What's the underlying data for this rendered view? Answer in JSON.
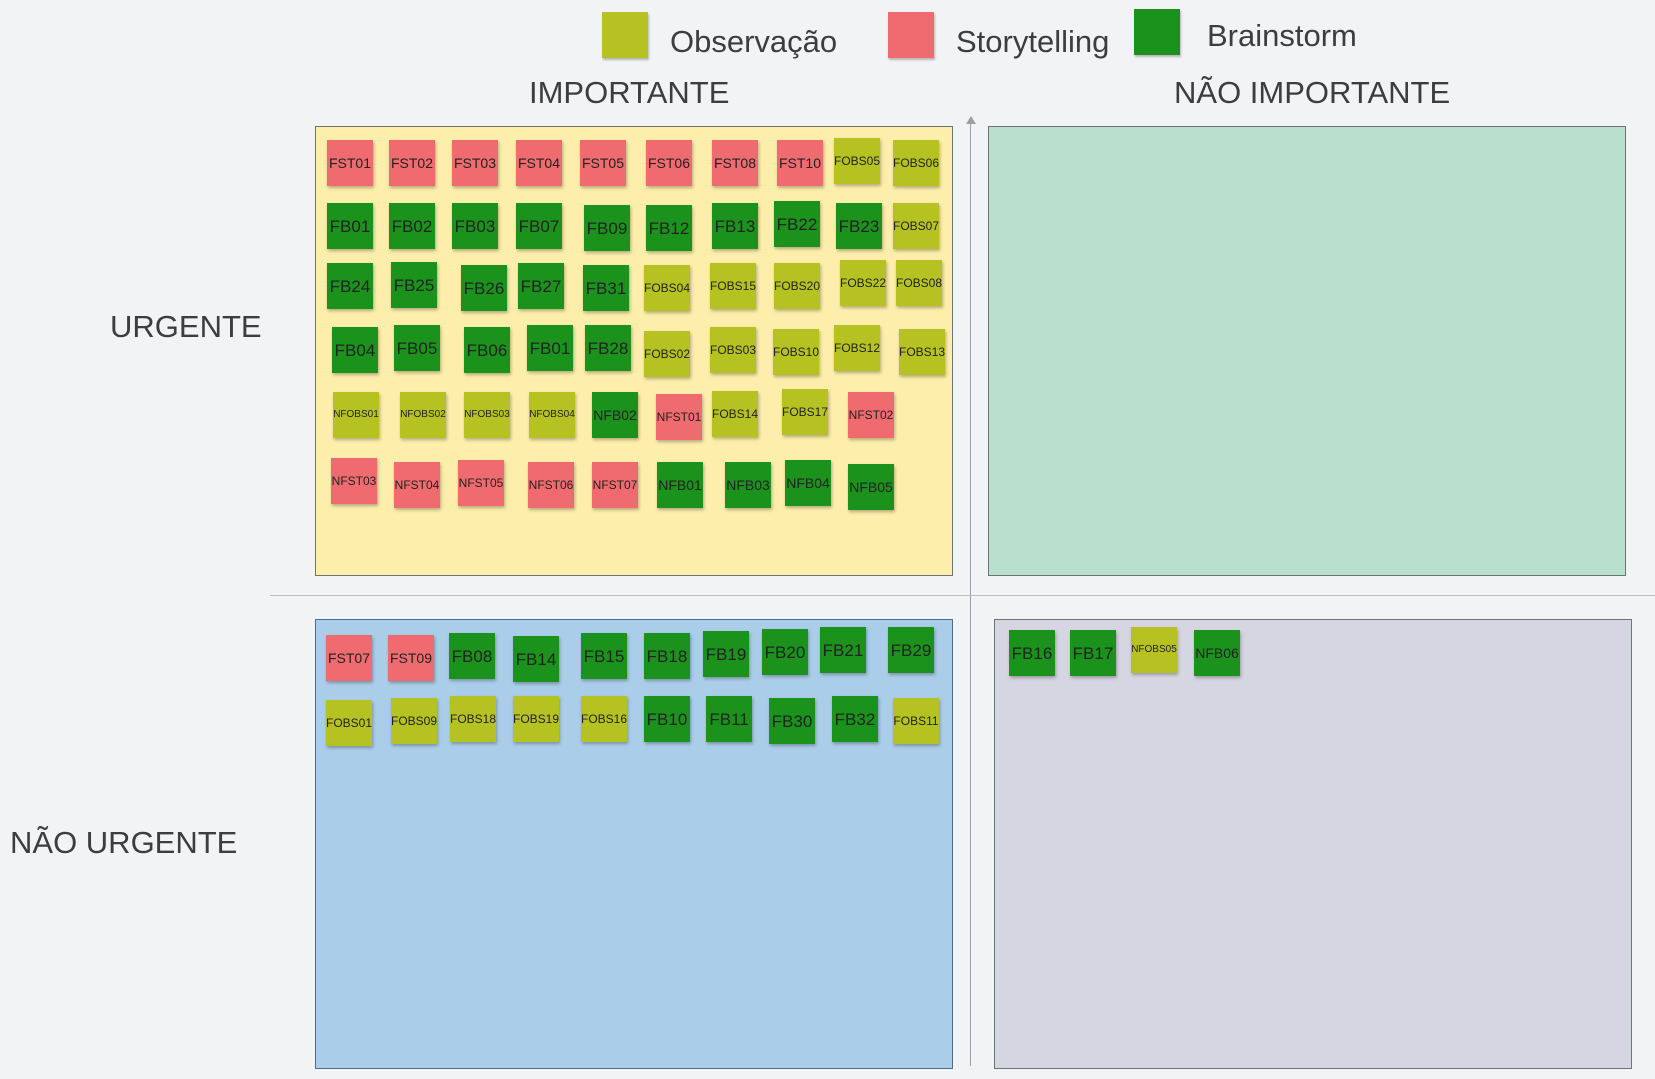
{
  "legend": [
    {
      "label": "Observação",
      "color": "#b6c222"
    },
    {
      "label": "Storytelling",
      "color": "#ef6b6f"
    },
    {
      "label": "Brainstorm",
      "color": "#1b921c"
    }
  ],
  "columns": {
    "important": "IMPORTANTE",
    "not_important": "NÃO IMPORTANTE"
  },
  "rows": {
    "urgent": "URGENTE",
    "not_urgent": "NÃO URGENTE"
  },
  "colors": {
    "urgent_important": "#fdeeab",
    "urgent_not_important": "#b8e0cd",
    "not_urgent_important": "#aacde9",
    "not_urgent_not_important": "#d6d5e2"
  },
  "quadrants": {
    "urgent_important": {
      "notes": [
        {
          "label": "FST01",
          "type": "storytelling"
        },
        {
          "label": "FST02",
          "type": "storytelling"
        },
        {
          "label": "FST03",
          "type": "storytelling"
        },
        {
          "label": "FST04",
          "type": "storytelling"
        },
        {
          "label": "FST05",
          "type": "storytelling"
        },
        {
          "label": "FST06",
          "type": "storytelling"
        },
        {
          "label": "FST08",
          "type": "storytelling"
        },
        {
          "label": "FST10",
          "type": "storytelling"
        },
        {
          "label": "FOBS05",
          "type": "observacao"
        },
        {
          "label": "FOBS06",
          "type": "observacao"
        },
        {
          "label": "FB01",
          "type": "brainstorm"
        },
        {
          "label": "FB02",
          "type": "brainstorm"
        },
        {
          "label": "FB03",
          "type": "brainstorm"
        },
        {
          "label": "FB07",
          "type": "brainstorm"
        },
        {
          "label": "FB09",
          "type": "brainstorm"
        },
        {
          "label": "FB12",
          "type": "brainstorm"
        },
        {
          "label": "FB13",
          "type": "brainstorm"
        },
        {
          "label": "FB22",
          "type": "brainstorm"
        },
        {
          "label": "FB23",
          "type": "brainstorm"
        },
        {
          "label": "FOBS07",
          "type": "observacao"
        },
        {
          "label": "FB24",
          "type": "brainstorm"
        },
        {
          "label": "FB25",
          "type": "brainstorm"
        },
        {
          "label": "FB26",
          "type": "brainstorm"
        },
        {
          "label": "FB27",
          "type": "brainstorm"
        },
        {
          "label": "FB31",
          "type": "brainstorm"
        },
        {
          "label": "FOBS04",
          "type": "observacao"
        },
        {
          "label": "FOBS15",
          "type": "observacao"
        },
        {
          "label": "FOBS20",
          "type": "observacao"
        },
        {
          "label": "FOBS22",
          "type": "observacao"
        },
        {
          "label": "FOBS08",
          "type": "observacao"
        },
        {
          "label": "FB04",
          "type": "brainstorm"
        },
        {
          "label": "FB05",
          "type": "brainstorm"
        },
        {
          "label": "FB06",
          "type": "brainstorm"
        },
        {
          "label": "FB01",
          "type": "brainstorm"
        },
        {
          "label": "FB28",
          "type": "brainstorm"
        },
        {
          "label": "FOBS02",
          "type": "observacao"
        },
        {
          "label": "FOBS03",
          "type": "observacao"
        },
        {
          "label": "FOBS10",
          "type": "observacao"
        },
        {
          "label": "FOBS12",
          "type": "observacao"
        },
        {
          "label": "FOBS13",
          "type": "observacao"
        },
        {
          "label": "NFOBS01",
          "type": "observacao"
        },
        {
          "label": "NFOBS02",
          "type": "observacao"
        },
        {
          "label": "NFOBS03",
          "type": "observacao"
        },
        {
          "label": "NFOBS04",
          "type": "observacao"
        },
        {
          "label": "NFB02",
          "type": "brainstorm"
        },
        {
          "label": "NFST01",
          "type": "storytelling"
        },
        {
          "label": "FOBS14",
          "type": "observacao"
        },
        {
          "label": "FOBS17",
          "type": "observacao"
        },
        {
          "label": "NFST02",
          "type": "storytelling"
        },
        {
          "label": "NFST03",
          "type": "storytelling"
        },
        {
          "label": "NFST04",
          "type": "storytelling"
        },
        {
          "label": "NFST05",
          "type": "storytelling"
        },
        {
          "label": "NFST06",
          "type": "storytelling"
        },
        {
          "label": "NFST07",
          "type": "storytelling"
        },
        {
          "label": "NFB01",
          "type": "brainstorm"
        },
        {
          "label": "NFB03",
          "type": "brainstorm"
        },
        {
          "label": "NFB04",
          "type": "brainstorm"
        },
        {
          "label": "NFB05",
          "type": "brainstorm"
        }
      ]
    },
    "urgent_not_important": {
      "notes": []
    },
    "not_urgent_important": {
      "notes": [
        {
          "label": "FST07",
          "type": "storytelling"
        },
        {
          "label": "FST09",
          "type": "storytelling"
        },
        {
          "label": "FB08",
          "type": "brainstorm"
        },
        {
          "label": "FB14",
          "type": "brainstorm"
        },
        {
          "label": "FB15",
          "type": "brainstorm"
        },
        {
          "label": "FB18",
          "type": "brainstorm"
        },
        {
          "label": "FB19",
          "type": "brainstorm"
        },
        {
          "label": "FB20",
          "type": "brainstorm"
        },
        {
          "label": "FB21",
          "type": "brainstorm"
        },
        {
          "label": "FB29",
          "type": "brainstorm"
        },
        {
          "label": "FOBS01",
          "type": "observacao"
        },
        {
          "label": "FOBS09",
          "type": "observacao"
        },
        {
          "label": "FOBS18",
          "type": "observacao"
        },
        {
          "label": "FOBS19",
          "type": "observacao"
        },
        {
          "label": "FOBS16",
          "type": "observacao"
        },
        {
          "label": "FB10",
          "type": "brainstorm"
        },
        {
          "label": "FB11",
          "type": "brainstorm"
        },
        {
          "label": "FB30",
          "type": "brainstorm"
        },
        {
          "label": "FB32",
          "type": "brainstorm"
        },
        {
          "label": "FOBS11",
          "type": "observacao"
        }
      ]
    },
    "not_urgent_not_important": {
      "notes": [
        {
          "label": "FB16",
          "type": "brainstorm"
        },
        {
          "label": "FB17",
          "type": "brainstorm"
        },
        {
          "label": "NFOBS05",
          "type": "observacao"
        },
        {
          "label": "NFB06",
          "type": "brainstorm"
        }
      ]
    }
  }
}
